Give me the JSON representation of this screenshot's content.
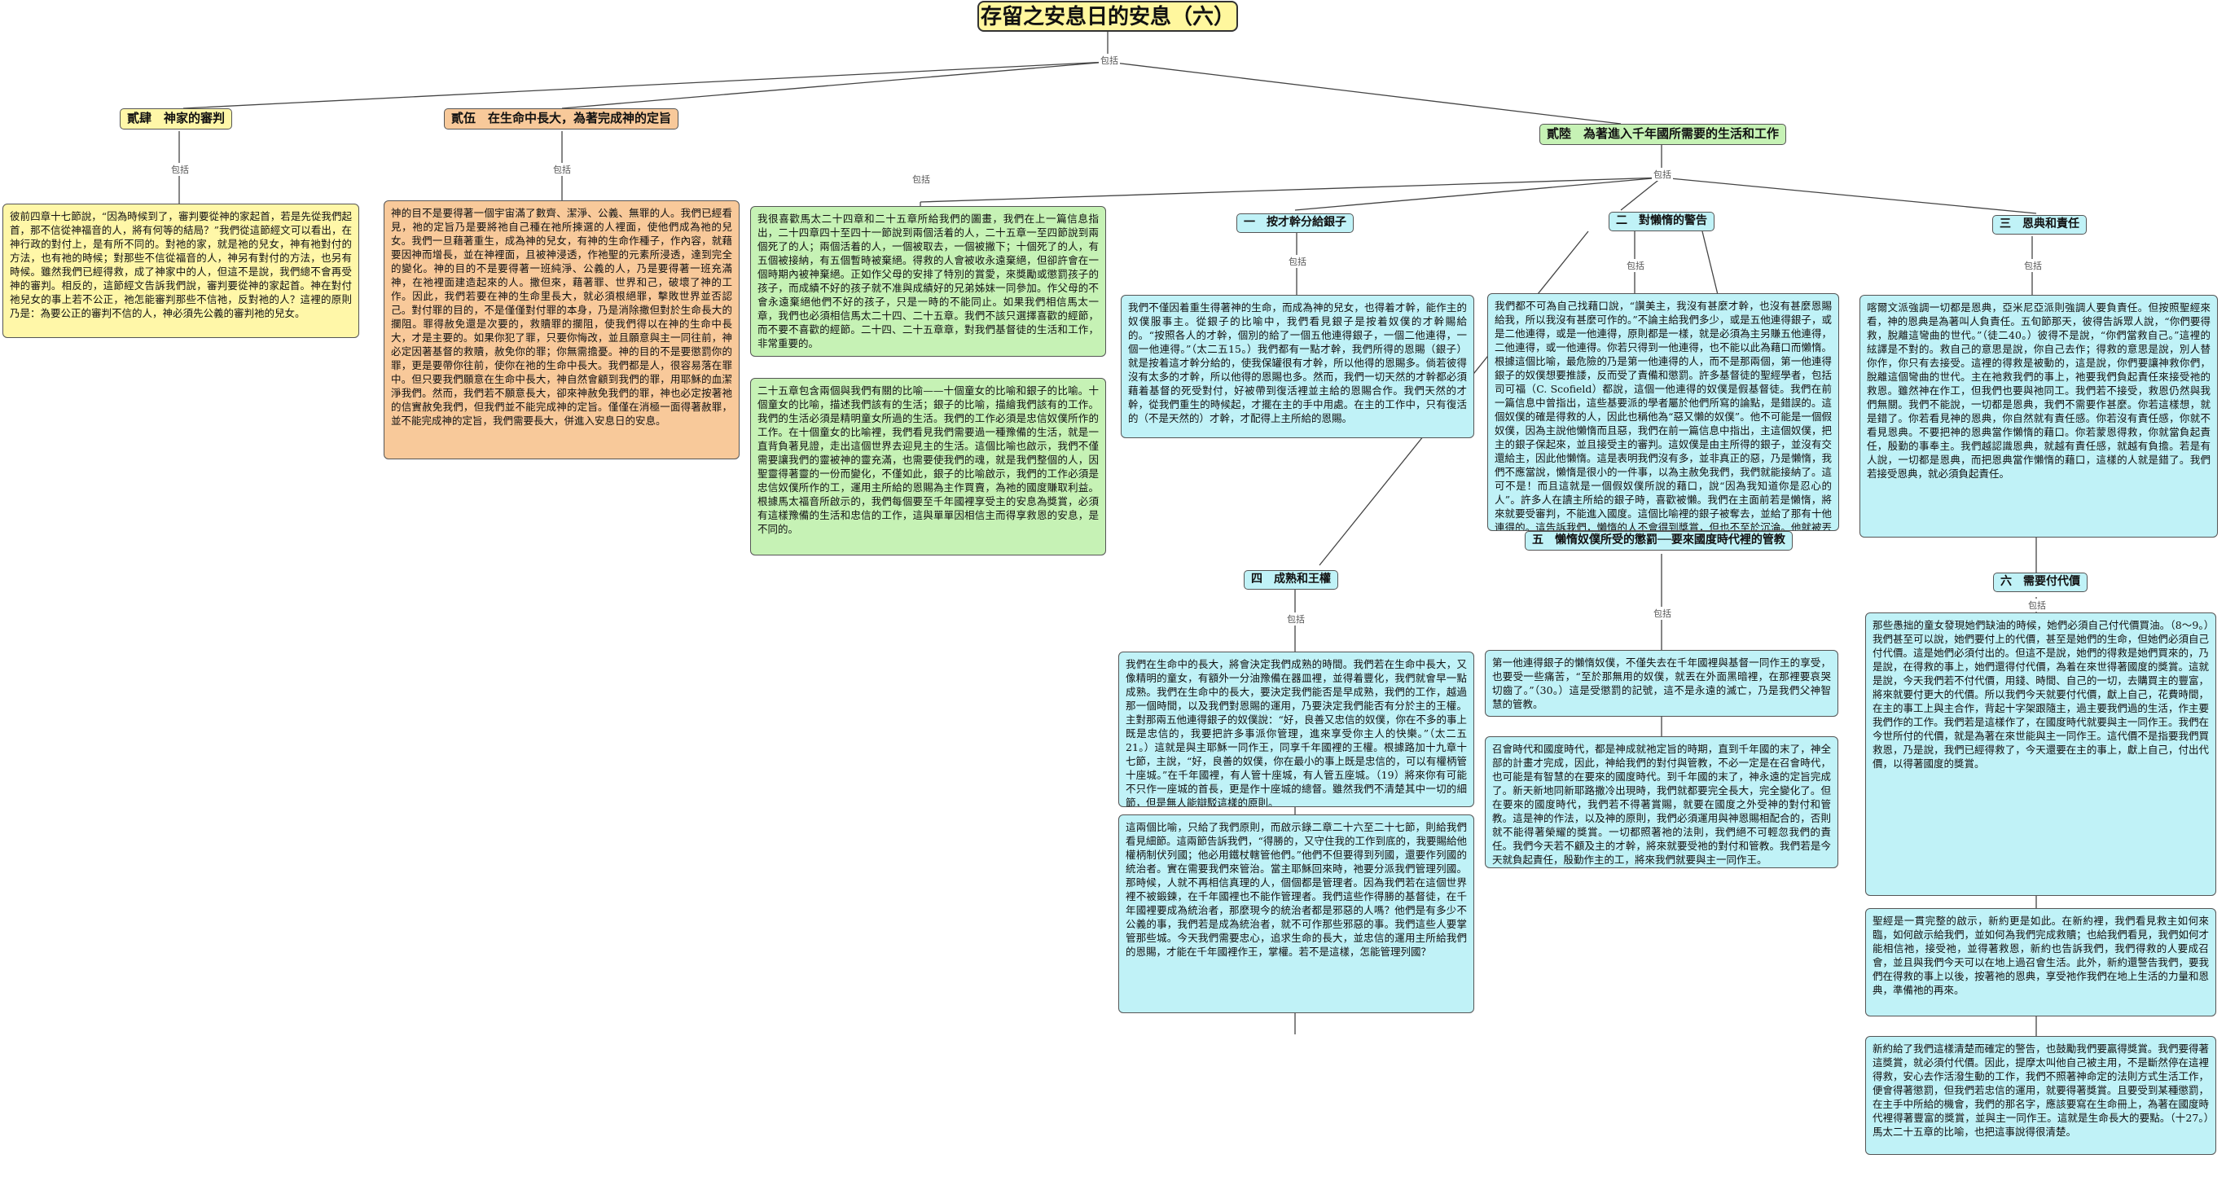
{
  "root": {
    "title": "存留之安息日的安息（六）"
  },
  "link_label": "包括",
  "branches": [
    {
      "id": "b1",
      "title": "貳肆　神家的審判",
      "color": "yellow",
      "texts": [
        "彼前四章十七節說，“因為時候到了，審判要從神的家起首，若是先從我們起首，那不信從神福音的人，將有何等的結局？”我們從這節經文可以看出，在神行政的對付上，是有所不同的。對祂的家，就是祂的兒女，神有祂對付的方法，也有祂的時候；對那些不信從福音的人，神另有對付的方法，也另有時候。雖然我們已經得救，成了神家中的人，但這不是說，我們總不會再受神的審判。相反的，這節經文告訴我們說，審判要從神的家起首。神在對付祂兒女的事上若不公正，祂怎能審判那些不信祂，反對祂的人？這裡的原則乃是：為要公正的審判不信的人，神必須先公義的審判祂的兒女。"
      ]
    },
    {
      "id": "b2",
      "title": "貳伍　在生命中長大，為著完成神的定旨",
      "color": "orange",
      "texts": [
        "神的目不是要得著一個宇宙滿了數齊、潔淨、公義、無罪的人。我們已經看見，祂的定旨乃是要將祂自己種在祂所揀選的人裡面，使他們成為祂的兒女。我們一旦藉著重生，成為神的兒女，有神的生命作種子，作內容，就藉要因神而增長，並在神裡面，且被神浸透，作祂聖的元素所浸透，達到完全的變化。神的目的不是要得著一班純淨、公義的人，乃是要得著一班充滿神，在祂裡面建造起來的人。撒但來，藉著罪、世界和己，破壞了神的工作。因此，我們若要在神的生命里長大，就必須根絕罪，擊敗世界並否認己。對付罪的目的，不是僅僅對付罪的本身，乃是消除撒但對於生命長大的攔阻。罪得赦免還是次要的，救贖罪的攔阻，使我們得以在神的生命中長大，才是主要的。如果你犯了罪，只要你悔改，並且願意與主一同往前，神必定因著基督的救贖，赦免你的罪；你無需擔憂。神的目的不是要懲罰你的罪，更是要帶你往前，使你在祂的生命中長大。我們都是人，很容易落在罪中。但只要我們願意在生命中長大，神自然會顧到我們的罪，用耶穌的血潔淨我們。然而，我們若不願意長大，卻來神赦免我們的罪，神也必定按著祂的信實赦免我們，但我們並不能完成神的定旨。僅僅在消極一面得著赦罪，並不能完成神的定旨，我們需要長大，併進入安息日的安息。"
      ]
    },
    {
      "id": "b3",
      "title": "貳陸　為著進入千年國所需要的生活和工作",
      "color": "green",
      "texts": [
        "我很喜歡馬太二十四章和二十五章所給我們的圖畫，我們在上一篇信息指出，二十四章四十至四十一節說到兩個活着的人，二十五章一至四節說到兩個死了的人；兩個活着的人，一個被取去，一個被撇下；十個死了的人，有五個被接納，有五個暫時被棄絕。得救的人會被收永遠棄絕，但卻許會在一個時期內被神棄絕。正如作父母的安排了特別的賞愛，來獎勵或懲罰孩子的孩子，而成績不好的孩子就不准與成績好的兄弟姊妹一同參加。作父母的不會永遠棄絕他們不好的孩子，只是一時的不能同止。如果我們相信馬太一章，我們也必須相信馬太二十四、二十五章。我們不該只選擇喜歡的經節，而不要不喜歡的經節。二十四、二十五章章，對我們基督徒的生活和工作，非常重要的。",
        "二十五章包含兩個與我們有關的比喻——十個童女的比喻和銀子的比喻。十個童女的比喻，描述我們該有的生活；銀子的比喻，描繪我們該有的工作。我們的生活必須是精明童女所過的生活。我們的工作必須是忠信奴僕所作的工作。在十個童女的比喻裡，我們看見我們需要過一種豫備的生活，就是一直背負著見證，走出這個世界去迎見主的生活。這個比喻也啟示，我們不僅需要讓我們的靈被神的靈充滿，也需要使我們的魂，就是我們整個的人，因聖靈得著靈的一份而變化，不僅如此，銀子的比喻啟示，我們的工作必須是忠信奴僕所作的工，運用主所給的恩賜為主作買賣，為祂的國度賺取利益。根據馬太福音所啟示的，我們每個要至千年國裡享受主的安息為獎賞，必須有這樣豫備的生活和忠信的工作，這與單單因相信主而得享救恩的安息，是不同的。"
      ],
      "children": [
        {
          "id": "c1",
          "title": "一　按才幹分給銀子",
          "texts": [
            "我們不僅因着重生得著神的生命，而成為神的兒女，也得着才幹，能作主的奴僕服事主。從銀子的比喻中，我們看見銀子是按着奴僕的才幹賜給的。“按照各人的才幹，個別的給了一個五他連得銀子，一個二他連得，一個一他連得。”（太二五15。）我們都有一點才幹，我們所得的恩賜（銀子）就是按着這才幹分給的，使我保罐很有才幹，所以他得的恩賜多。倘若彼得沒有太多的才幹，所以他得的恩賜也多。然而，我們一切天然的才幹都必須藉着基督的死受對付，好被帶到復活裡並主給的恩賜合作。我們天然的才幹，從我們重生的時候起，才擺在主的手中用處。在主的工作中，只有復活的（不是天然的）才幹，才配得上主所給的恩賜。"
          ]
        },
        {
          "id": "c2",
          "title": "二　對懶惰的警告",
          "texts": [
            "我們都不可為自己找藉口說，“讚美主，我沒有甚麼才幹，也沒有甚麼恩賜給我，所以我沒有甚麼可作的。”不論主給我們多少，或是五他連得銀子，或是二他連得，或是一他連得，原則都是一樣，就是必須為主另賺五他連得，二他連得，或一他連得。你若只得到一他連得，也不能以此為藉口而懶惰。根據這個比喻，最危險的乃是第一他連得的人，而不是那兩個，第一他連得銀子的奴僕想要推諉，反而受了責備和懲罰。許多基督徒的聖經學者，包括司可福（C. Scofield）都說，這個一他連得的奴僕是假基督徒。我們在前一篇信息中曾指出，這些基要派的學者屬於他們所寫的論點，是錯誤的。這個奴僕的確是得救的人，因此也稱他為“惡又懶的奴僕”。他不可能是一個假奴僕，因為主說他懶惰而且惡，我們在前一篇信息中指出，主這個奴僕，把主的銀子保起來，並且接受主的審判。這奴僕是由主所得的銀子，並沒有交還給主，因此他懶惰。這是表明我們沒有多，並非真正的惡，乃是懶惰，我們不應當說，懶惰是很小的一件事，以為主赦免我們，我們就能接納了。這可不是！而且這就是一個假奴僕所說的藉口，說“因為我知道你是忍心的人”。許多人在讀主所給的銀子時，喜歡被懶。我們在主面前若是懶惰，將來就要受審判，不能進入國度。這個比喻裡的銀子被奪去，並給了那有十他連得的。這告訴我們，懶惰的人不會得到獎賞，但也不至於沉淪。他就被丟在外面的黑暗裡，就是在國度以外，在那裡要哀哭切齒。這真是嚴重的事，因此我們若不願在外面黑暗裡，在國度之外，就必須忠信、殷勤，認真的運用主所給我們的恩賜，為主賺取利益。我們要在千年國裡享受安息日的安息，必須忠信於主的事工。"
          ]
        },
        {
          "id": "c3",
          "title": "三　恩典和責任",
          "texts": [
            "喀爾文派強調一切都是恩典，亞米尼亞派則強調人要負責任。但按照聖經來看，神的恩典是為著叫人負責任。五旬節那天，彼得告訴眾人說，“你們要得救，脫離這彎曲的世代。”（徒二40。）彼得不是說，“你們當救自己。”這裡的絃譯是不對的。救自己的意思是說，你自己去作；得救的意思是說，別人替你作，你只有去接受。這裡的得救是被動的，這是說，你們要讓神救你們，脫離這個彎曲的世代。主在祂救我們的事上，祂要我們負起責任來接受祂的救恩。雖然神在作工，但我們也要與祂同工。我們若不接受，救恩仍然與我們無關。我們不能說，一切都是恩典，我們不需要作甚麼。你若這樣想，就是錯了。你若看見神的恩典，你自然就有責任感。你若沒有責任感，你就不看見恩典。不要把神的恩典當作懶惰的藉口。你若蒙恩得救，你就當負起責任，殷勤的事奉主。我們越認識恩典，就越有責任感，就越有負擔。若是有人說，一切都是恩典，而把恩典當作懶惰的藉口，這樣的人就是錯了。我們若接受恩典，就必須負起責任。"
          ]
        },
        {
          "id": "c4",
          "title": "四　成熟和王權",
          "texts": [
            "我們在生命中的長大，將會決定我們成熟的時間。我們若在生命中長大，又像精明的童女，有額外一分油豫備在器皿裡，並得着豐化，我們就會早一點成熟。我們在生命中的長大，要決定我們能否是早成熟，我們的工作，越過那一個時間，以及我們對恩賜的運用，乃要決定我們能否有分於主的王權。主對那兩五他連得銀子的奴僕說：“好，良善又忠信的奴僕，你在不多的事上既是忠信的，我要把許多事派你管理，進來享受你主人的快樂。”（太二五21。）這就是與主耶穌一同作王，同享千年國裡的王權。根據路加十九章十七節，主說，“好，良善的奴僕，你在最小的事上既是忠信的，可以有權柄管十座城。”在千年國裡，有人管十座城，有人管五座城。（19）將來你有可能不只作一座城的首長，更是作十座城的總督。雖然我們不清楚其中一切的細節，但是無人能辯駁這樣的原則。",
            "這兩個比喻，只給了我們原則，而啟示錄二章二十六至二十七節，則給我們看見細節。這兩節告訴我們，“得勝的，又守住我的工作到底的，我要賜給他權柄制伏列國；他必用鐵杖轄管他們。”他們不但要得到列國，還要作列國的統治者。實在需要我們來管治。當主耶穌回來時，祂要分派我們管理列國。那時候，人就不再相信真理的人，個個都是管理者。因為我們若在這個世界裡不被鍛鍊，在千年國裡也不能作管理者。我們這些作得勝的基督徒，在千年國裡要成為統治者，那麼現今的統治者都是邪惡的人嗎？他們是有多少不公義的事，我們若是成為統治者，就不可作那些邪惡的事。我們這些人要掌管那些城。今天我們需要忠心，追求生命的長大，並忠信的運用主所給我們的恩賜，才能在千年國裡作王，掌權。若不是這樣，怎能管理列國？"
          ]
        },
        {
          "id": "c5",
          "title": "五　懶惰奴僕所受的懲罰──要來國度時代裡的管教",
          "texts": [
            "第一他連得銀子的懶惰奴僕，不僅失去在千年國裡與基督一同作王的享受，也要受一些痛苦，“至於那無用的奴僕，就丟在外面黑暗裡，在那裡要哀哭切齒了。”（30。）這是受懲罰的記號，這不是永遠的滅亡，乃是我們父神智慧的管教。",
            "召會時代和國度時代，都是神成就祂定旨的時期，直到千年國的末了，神全部的計畫才完成，因此，神給我們的對付與管教，不必一定是在召會時代，也可能是有智慧的在要來的國度時代。到千年國的末了，神永遠的定旨完成了。新天新地同新耶路撒冷出現時，我們就都要完全長大，完全變化了。但在要來的國度時代，我們若不得著賞賜，就要在國度之外受神的對付和管教。這是神的作法，以及神的原則，我們必須運用與神恩賜相配合的，否則就不能得著榮耀的獎賞。一切都照著祂的法則，我們絕不可輕忽我們的責任。我們今天若不顧及主的才幹，將來就要受祂的對付和管教。我們若是今天就負起責任，殷勤作主的工，將來我們就要與主一同作王。"
          ]
        },
        {
          "id": "c6",
          "title": "六　需要付代價",
          "texts": [
            "那些愚拙的童女發現她們缺油的時候，她們必須自己付代價買油。（8～9。）我們甚至可以說，她們要付上的代價，甚至是她們的生命，但她們必須自己付代價。這是她們必須付出的。但這不是說，她們的得救是她們買來的，乃是說，在得救的事上，她們還得付代價，為着在來世得著國度的獎賞。這就是說，今天我們若不付代價，用錢、時間、自己的一切，去購買主的豐富，將來就要付更大的代價。所以我們今天就要付代價，獻上自己，花費時間，在主的事工上與主合作，背起十字架跟隨主，過主要我們過的生活，作主要我們作的工作。我們若是這樣作了，在國度時代就要與主一同作王。我們在今世所付的代價，就是為著在來世能與主一同作王。這代價不是指要我們買救恩，乃是說，我們已經得救了，今天還要在主的事上，獻上自己，付出代價，以得著國度的獎賞。",
            "聖經是一貫完整的啟示，新約更是如此。在新約裡，我們看見救主如何來臨，如何啟示給我們，並如何為我們完成救贖；也給我們看見，我們如何才能相信祂，接受祂，並得著救恩，新約也告訴我們，我們得救的人要成召會，並且與我們今天可以在地上過召會生活。此外，新約還警告我們，要我們在得救的事上以後，按著祂的恩典，享受祂作我們在地上生活的力量和恩典，準備祂的再來。",
            "新約給了我們這樣清楚而確定的警告，也鼓勵我們要贏得獎賞。我們要得著這獎賞，就必須付代價。因此，提摩太叫他自己被主用，不是斷然停在這裡得救，安心去作活潑生動的工作，我們不照著神命定的法則方式生活工作，便會得著懲罰，但我們若忠信的運用，就要得著獎賞。且要受到某種懲罰，在主手中所給的機會，我們的那名字，應該要寫在生命冊上，為著在國度時代裡得著豐富的獎賞，並與主一同作王。這就是生命長大的要點。（十27。）馬太二十五章的比喻，也把這事說得很清楚。"
          ]
        }
      ]
    }
  ]
}
